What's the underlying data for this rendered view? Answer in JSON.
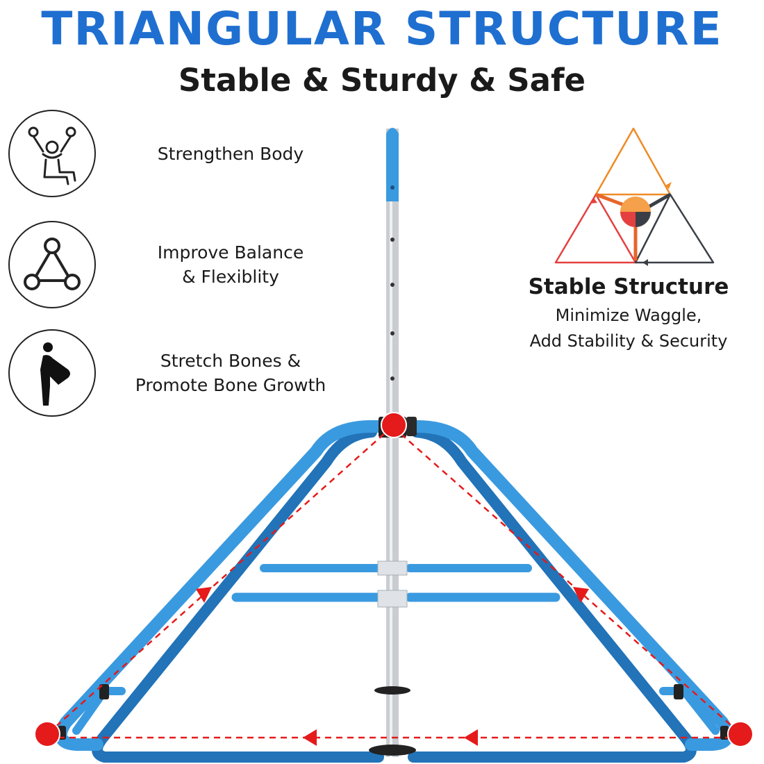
{
  "header": {
    "title": "TRIANGULAR STRUCTURE",
    "subtitle": "Stable & Sturdy & Safe"
  },
  "features": [
    {
      "icon": "ring-gymnast-icon",
      "text": "Strengthen Body"
    },
    {
      "icon": "triangle-nodes-icon",
      "text": "Improve Balance\n& Flexiblity"
    },
    {
      "icon": "stretching-person-icon",
      "text": "Stretch Bones &\nPromote Bone Growth"
    }
  ],
  "structure": {
    "title": "Stable Structure",
    "description": "Minimize Waggle,\nAdd Stability & Security"
  },
  "colors": {
    "title": "#1f6fd1",
    "frame": "#3a9ae0",
    "frame_dark": "#2273b8",
    "marker": "#e51a1a",
    "orange": "#f08a24",
    "pole": "#c9cdd2"
  }
}
